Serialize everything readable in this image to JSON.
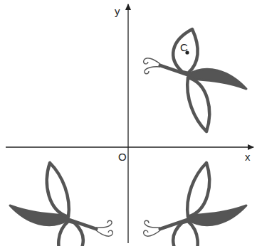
{
  "diagram": {
    "labels": [
      "y",
      "x",
      "O",
      "C"
    ]
  }
}
